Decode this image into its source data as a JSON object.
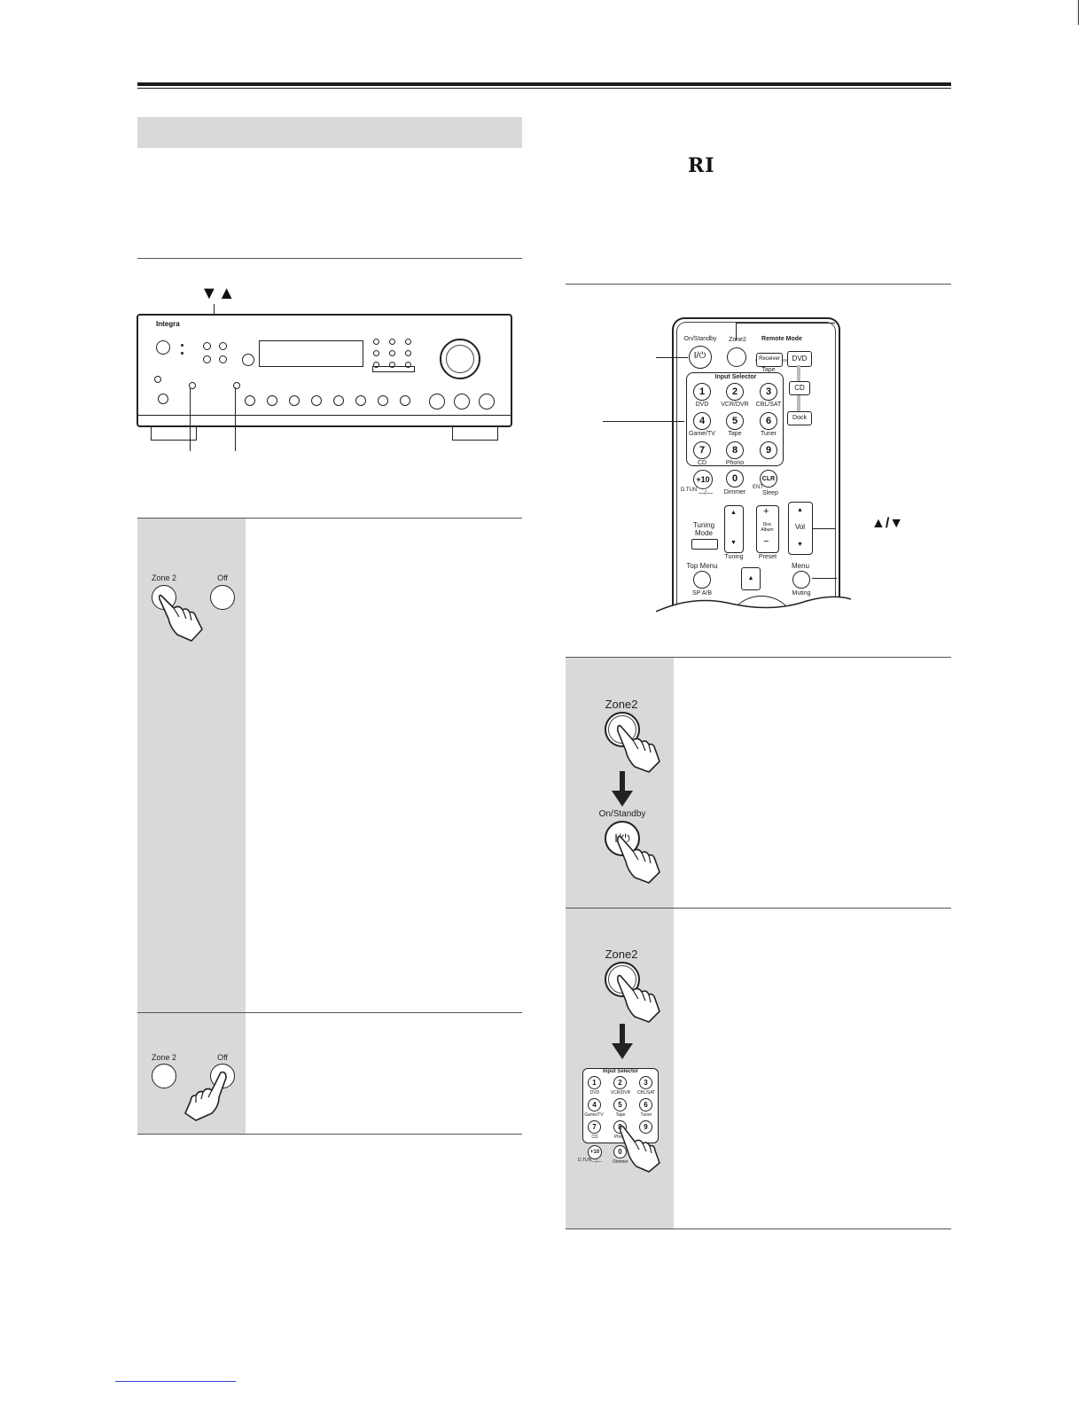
{
  "page": {
    "ri_symbol": "RI"
  },
  "receiver": {
    "brand": "Integra",
    "arrows_label": "▼▲"
  },
  "remote": {
    "on_standby": "On/Standby",
    "zone2": "Zone2",
    "remote_mode": "Remote Mode",
    "receiver": "Receiver",
    "tape": "Tape",
    "dvd": "DVD",
    "cd": "CD",
    "dock": "Dock",
    "input_selector": "Input Selector",
    "power_glyph": "I/⏻",
    "keys": [
      {
        "num": "1",
        "label": "DVD"
      },
      {
        "num": "2",
        "label": "VCR/DVR"
      },
      {
        "num": "3",
        "label": "CBL/SAT"
      },
      {
        "num": "4",
        "label": "Game/TV"
      },
      {
        "num": "5",
        "label": "Tape"
      },
      {
        "num": "6",
        "label": "Tuner"
      },
      {
        "num": "7",
        "label": "CD"
      },
      {
        "num": "8",
        "label": "Phono"
      },
      {
        "num": "9",
        "label": ""
      }
    ],
    "plus10": "+10",
    "zero": "0",
    "clr": "CLR",
    "dtun": "D.TUN",
    "dash": "—/—",
    "dimmer": "Dimmer",
    "ent": "ENT",
    "sleep": "Sleep",
    "tuning_mode": "Tuning Mode",
    "tuning": "Tuning",
    "disc_album": "Disc Album",
    "preset": "Preset",
    "vol": "Vol",
    "top_menu": "Top Menu",
    "sp_ab": "SP A/B",
    "menu": "Menu",
    "muting": "Muting",
    "vol_arrows": "▲/▼"
  },
  "steps_left": {
    "zone2": "Zone 2",
    "off": "Off"
  },
  "steps_right": {
    "zone2": "Zone2",
    "on_standby": "On/Standby",
    "power_glyph": "I/⏻",
    "input_selector": "Input Selector",
    "keys": [
      {
        "num": "1",
        "label": "DVD"
      },
      {
        "num": "2",
        "label": "VCR/DVR"
      },
      {
        "num": "3",
        "label": "CBL/SAT"
      },
      {
        "num": "4",
        "label": "Game/TV"
      },
      {
        "num": "5",
        "label": "Tape"
      },
      {
        "num": "6",
        "label": "Tuner"
      },
      {
        "num": "7",
        "label": "CD"
      },
      {
        "num": "8",
        "label": "Phono"
      },
      {
        "num": "9",
        "label": ""
      }
    ],
    "plus10": "+10",
    "zero": "0",
    "dtun": "D.TUN",
    "dash": "—/—",
    "dimmer": "Dimmer"
  }
}
